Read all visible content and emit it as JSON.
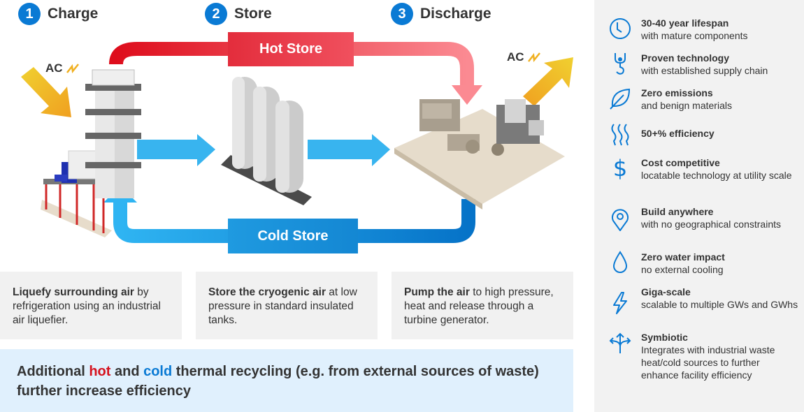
{
  "steps": [
    {
      "number": "1",
      "title": "Charge"
    },
    {
      "number": "2",
      "title": "Store"
    },
    {
      "number": "3",
      "title": "Discharge"
    }
  ],
  "stores": {
    "hot": "Hot Store",
    "cold": "Cold Store"
  },
  "ac": {
    "input_label": "AC",
    "output_label": "AC"
  },
  "descriptions": [
    {
      "bold": "Liquefy surrounding air",
      "rest": " by refrigeration using an industrial air liquefier."
    },
    {
      "bold": "Store the cryogenic air",
      "rest": " at low pressure in standard insulated tanks."
    },
    {
      "bold": "Pump the air",
      "rest": " to high pressure, heat and release through a turbine generator."
    }
  ],
  "banner": {
    "part1": "Additional ",
    "hot": "hot",
    "part2": " and ",
    "cold": "cold",
    "part3": " thermal recycling (e.g. from external sources of waste) further increase efficiency"
  },
  "colors": {
    "accent_blue": "#0a7ad4",
    "hot_red": "#e32d3c",
    "cold_blue": "#1f9ae0",
    "ac_yellow": "#f0c020"
  },
  "features": [
    {
      "icon": "clock-icon",
      "title": "30-40 year lifespan",
      "desc": "with mature components"
    },
    {
      "icon": "crane-hook-icon",
      "title": "Proven technology",
      "desc": "with established supply chain"
    },
    {
      "icon": "leaf-icon",
      "title": "Zero emissions",
      "desc": "and benign materials"
    },
    {
      "icon": "heat-waves-icon",
      "title": "50+% efficiency",
      "desc": ""
    },
    {
      "icon": "dollar-icon",
      "title": "Cost competitive",
      "desc": "locatable technology at utility scale"
    },
    {
      "icon": "location-pin-icon",
      "title": "Build anywhere",
      "desc": "with no geographical constraints"
    },
    {
      "icon": "water-drop-icon",
      "title": "Zero water impact",
      "desc": "no external cooling"
    },
    {
      "icon": "lightning-icon",
      "title": "Giga-scale",
      "desc": "scalable to multiple GWs and GWhs"
    },
    {
      "icon": "split-arrows-icon",
      "title": "Symbiotic",
      "desc": "Integrates with industrial waste heat/cold sources to further enhance facility efficiency"
    }
  ]
}
